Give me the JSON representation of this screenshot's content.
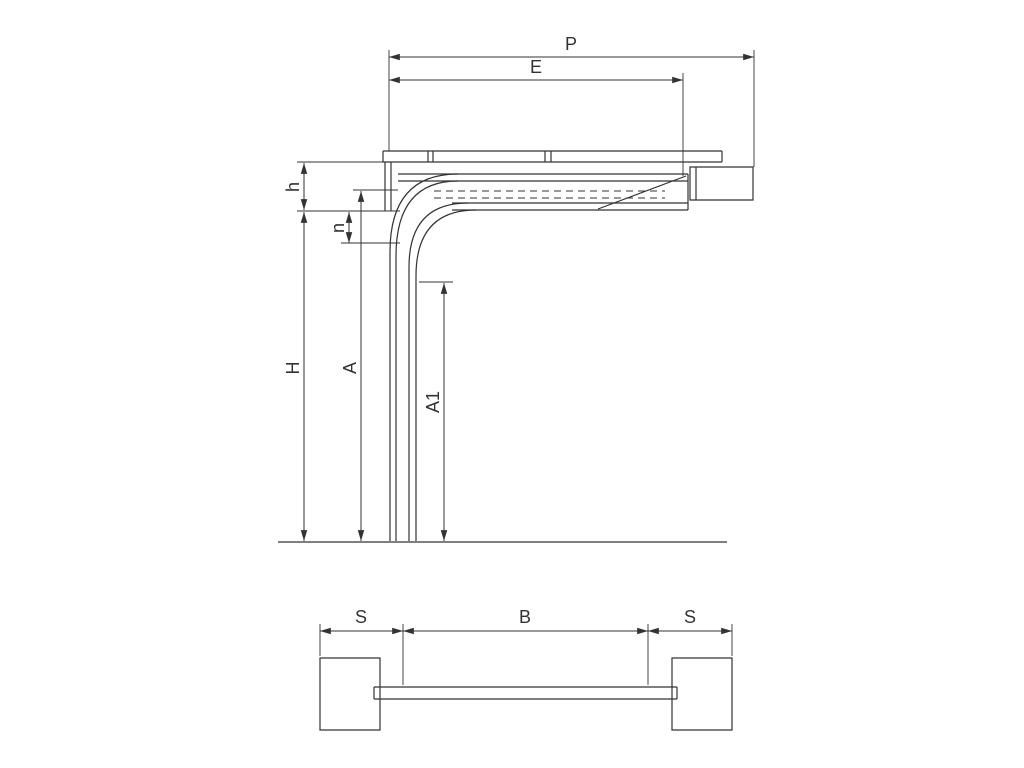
{
  "diagram": {
    "colors": {
      "line": "#333333",
      "background": "#ffffff"
    },
    "views": {
      "side_view": {
        "dimensions": {
          "P": "P",
          "E": "E",
          "h": "h",
          "n": "n",
          "H": "H",
          "A": "A",
          "A1": "A1"
        }
      },
      "plan_view": {
        "dimensions": {
          "S_left": "S",
          "B": "B",
          "S_right": "S"
        }
      }
    }
  }
}
